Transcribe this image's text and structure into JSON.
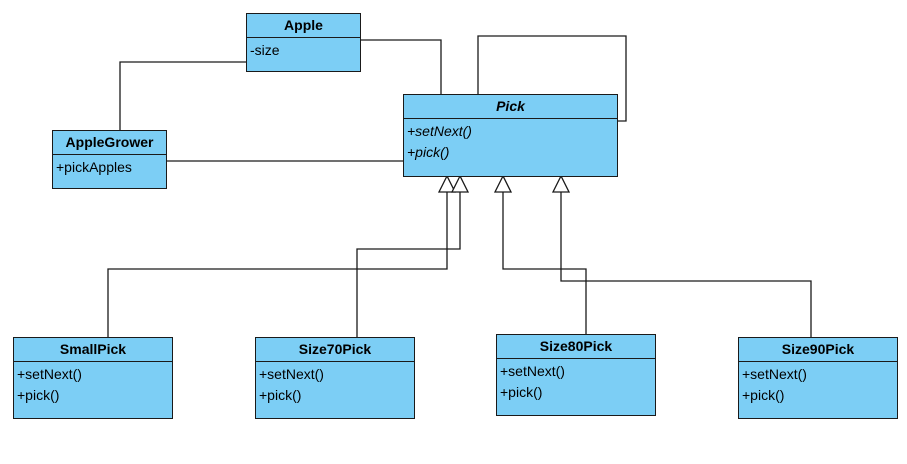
{
  "diagram": {
    "classes": {
      "apple": {
        "name": "Apple",
        "members": [
          "-size"
        ]
      },
      "pick": {
        "name": "Pick",
        "members": [
          "+setNext()",
          "+pick()"
        ]
      },
      "grower": {
        "name": "AppleGrower",
        "members": [
          "+pickApples"
        ]
      },
      "small": {
        "name": "SmallPick",
        "members": [
          "+setNext()",
          "+pick()"
        ]
      },
      "size70": {
        "name": "Size70Pick",
        "members": [
          "+setNext()",
          "+pick()"
        ]
      },
      "size80": {
        "name": "Size80Pick",
        "members": [
          "+setNext()",
          "+pick()"
        ]
      },
      "size90": {
        "name": "Size90Pick",
        "members": [
          "+setNext()",
          "+pick()"
        ]
      }
    },
    "colors": {
      "fill": "#7ccef5",
      "line": "#1a1a1a"
    },
    "relations": [
      {
        "from": "Apple",
        "to": "Pick",
        "kind": "association"
      },
      {
        "from": "Apple",
        "to": "AppleGrower",
        "kind": "association"
      },
      {
        "from": "AppleGrower",
        "to": "Pick",
        "kind": "association"
      },
      {
        "from": "Pick",
        "to": "Pick",
        "kind": "association"
      },
      {
        "from": "SmallPick",
        "to": "Pick",
        "kind": "generalization"
      },
      {
        "from": "Size70Pick",
        "to": "Pick",
        "kind": "generalization"
      },
      {
        "from": "Size80Pick",
        "to": "Pick",
        "kind": "generalization"
      },
      {
        "from": "Size90Pick",
        "to": "Pick",
        "kind": "generalization"
      }
    ]
  }
}
